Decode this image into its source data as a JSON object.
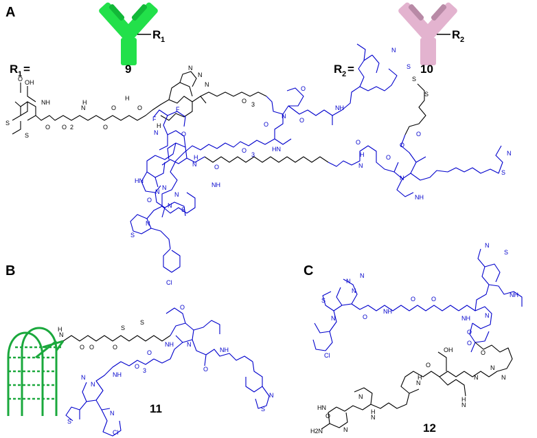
{
  "panels": {
    "a": {
      "letter": "A",
      "r1_label": "R",
      "r1_sub": "1",
      "r2_label": "R",
      "r2_sub": "2",
      "r1_eq": "R",
      "r1_eq_sub": "1",
      "r1_eq_sign": "=",
      "r2_eq": "R",
      "r2_eq_sub": "2",
      "r2_eq_sign": "=",
      "compound_9": "9",
      "compound_10": "10"
    },
    "b": {
      "letter": "B",
      "compound_11": "11"
    },
    "c": {
      "letter": "C",
      "compound_12": "12"
    }
  },
  "colors": {
    "antibody_green": "#22e04a",
    "antibody_green_dark": "#12b838",
    "antibody_pink": "#e3b3cf",
    "antibody_pink_dark": "#b88aa6",
    "linker_black": "#000000",
    "protac_blue": "#0000cc",
    "aptamer_green": "#1aa83c"
  },
  "atoms": {
    "oh": "OH",
    "o": "O",
    "s": "S",
    "n": "N",
    "h": "H",
    "nh": "NH",
    "hn": "HN",
    "f": "F",
    "cl": "Cl",
    "nh2": "H2N",
    "sub2": "2",
    "sub3": "3"
  }
}
